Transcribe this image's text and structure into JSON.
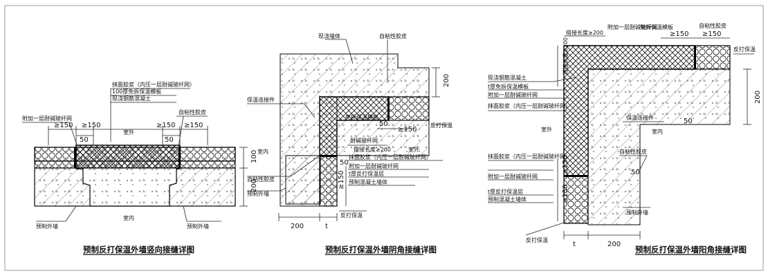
{
  "d1": {
    "title": "预制反打保温外墙竖向接缝详图",
    "labels": {
      "rubber_strip": "自粘性胶皮",
      "mesh_reinforce": "附加一层耐碱玻纤网",
      "sealant": "抹面胶浆（内压一层耐碱玻纤网）",
      "board_100": "100厚免拆保温模板",
      "concrete": "现浇钢筋混凝土",
      "indoor_mid": "室外",
      "indoor_bottom": "室内",
      "precast_left": "预制外墙",
      "precast_right": "预制外墙"
    },
    "dims": {
      "d150_a": "≥150",
      "d150_b": "≥150",
      "d150_c": "≥150",
      "d150_d": "≥150",
      "d50_left": "50",
      "d50_right": "50",
      "d100": "100",
      "d200": "200"
    }
  },
  "d2": {
    "title": "预制反打保温外墙阴角接缝详图",
    "labels": {
      "cast_wall": "现浇墙体",
      "rubber_strip_top": "自粘性胶皮",
      "insulation_nail": "保温连接件",
      "free_board": "免拆保温模板",
      "mesh": "耐碱玻纤网",
      "lap_len": "搭接长度≥200",
      "outdoor": "室外",
      "sealant": "抹面胶浆（内压一层耐碱玻纤网）",
      "mesh_add": "附加一层耐碱玻纤网",
      "reverse_layer": "t厚反打保温层",
      "precast_conc": "预制混凝土墙体",
      "indoor": "室内",
      "rubber_strip_bottom": "自粘性胶皮",
      "precast_wall": "预制外墙",
      "reverse_insul": "反打保温",
      "reverse_insul_top": "反打保温"
    },
    "dims": {
      "d200_v": "200",
      "d50_a": "50",
      "d150": "≥150",
      "d50_b": "50",
      "d150_v": "≥150",
      "d200_h": "200",
      "dt": "t"
    }
  },
  "d3": {
    "title": "预制反打保温外墙阳角接缝详图",
    "labels": {
      "lap_top": "搭接长度≥200",
      "mesh_top": "附加一层耐碱玻纤网",
      "free_board_top": "免拆保温模板",
      "rubber_top": "自粘性胶皮",
      "reverse_top": "反打保温",
      "lap_side": "搭接长度≥200",
      "concrete": "现浇钢筋混凝土",
      "t_board": "t厚免拆保温模板",
      "mesh_side": "附加一层耐碱玻纤网",
      "sealant_side": "抹面胶浆（内压一层耐碱玻纤网）",
      "outdoor": "室外",
      "insul_nail": "保温连接件",
      "indoor": "室内",
      "sealant2": "抹面胶浆（内压一层耐碱玻纤网）",
      "mesh2": "附加一层耐碱玻纤网",
      "t_reverse": "t厚反打保温层",
      "precast_conc": "预制混凝土墙体",
      "rubber_mid": "自粘性胶皮",
      "precast_wall": "预制外墙",
      "reverse_bottom": "反打保温"
    },
    "dims": {
      "d150_top": "≥150",
      "d150_top2": "≥150",
      "d200_v": "200",
      "d50_a": "50",
      "d50_b": "50",
      "d150_v1": "≥150",
      "d150_v2": "≥150",
      "dt": "t",
      "d200_h": "200"
    }
  }
}
